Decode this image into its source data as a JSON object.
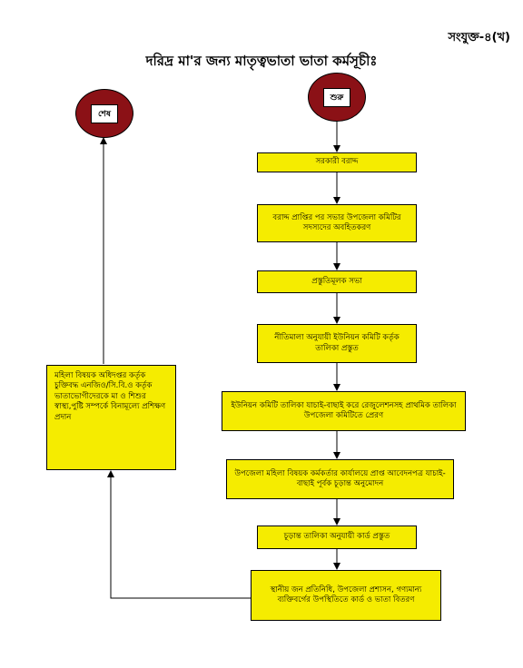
{
  "header": {
    "annex": "সংযুক্ত-৪(খ)",
    "title": "দরিদ্র মা'র জন্য মাতৃত্বভাতা ভাতা কর্মসূচীঃ"
  },
  "nodes": {
    "start": "শুরু",
    "end": "শেষ",
    "step1": "সরকারী বরাদ্দ",
    "step2": "বরাদ্দ প্রাপ্তির পর সভার উপজেলা কমিটির সদস্যদের অবহিতকরণ",
    "step3": "প্রস্তুতিমূলক সভা",
    "step4": "নীতিমালা অনুযায়ী ইউনিয়ন কমিটি কর্তৃক তালিকা প্রস্তুত",
    "step5": "ইউনিয়ন কমিটি তালিকা যাচাই-বাছাই করে রেজুলেশনসহ প্রাথমিক তালিকা উপজেলা কমিটিতে প্রেরণ",
    "step6": "উপজেলা মহিলা বিষয়ক কর্মকর্তার কার্যালয়ে প্রাপ্ত আবেদনপত্র যাচাই-বাছাই পূর্বক চূড়ান্ত অনুমোদন",
    "step7": "চূড়ান্ত তালিকা অনুযায়ী কার্ড প্রস্তুত",
    "step8": "স্থানীয় জন প্রতিনিধি, উপজেলা প্রশাসন, গণ্যমান্য ব্যক্তিবর্গের উপস্থিতিতে কার্ড ও ভাতা বিতরণ",
    "training": "মহিলা বিষয়ক অধিদপ্তর কর্তৃক চুক্তিবদ্ধ এনজিও/সি.বি.ও কর্তৃক ভাতাভোগীদেরকে মা ও শিশুর স্বাস্থ্য,পুষ্টি সম্পর্কে বিনামূল্যে প্রশিক্ষণ প্রদান"
  },
  "colors": {
    "box_fill": "#f5ec00",
    "circle_fill": "#8b1116",
    "line": "#000000"
  }
}
